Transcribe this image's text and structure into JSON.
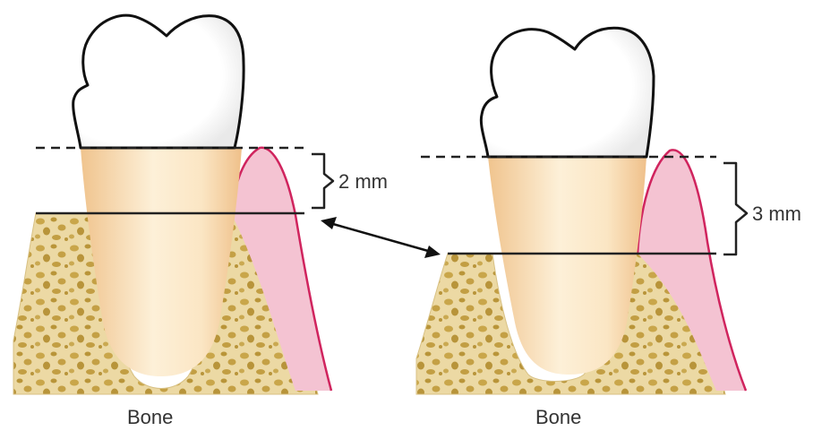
{
  "left_panel": {
    "measurement": "2 mm",
    "bone_label": "Bone"
  },
  "right_panel": {
    "measurement": "3 mm",
    "bone_label": "Bone"
  },
  "colors": {
    "gingiva_line": "#d0245e",
    "gingiva_fill": "#f4c3d2",
    "root_light": "#fdf1dc",
    "root_dark": "#f1c894",
    "bone_fill": "#e8d39a",
    "bone_pore": "#c9a94a",
    "line": "#222222"
  }
}
